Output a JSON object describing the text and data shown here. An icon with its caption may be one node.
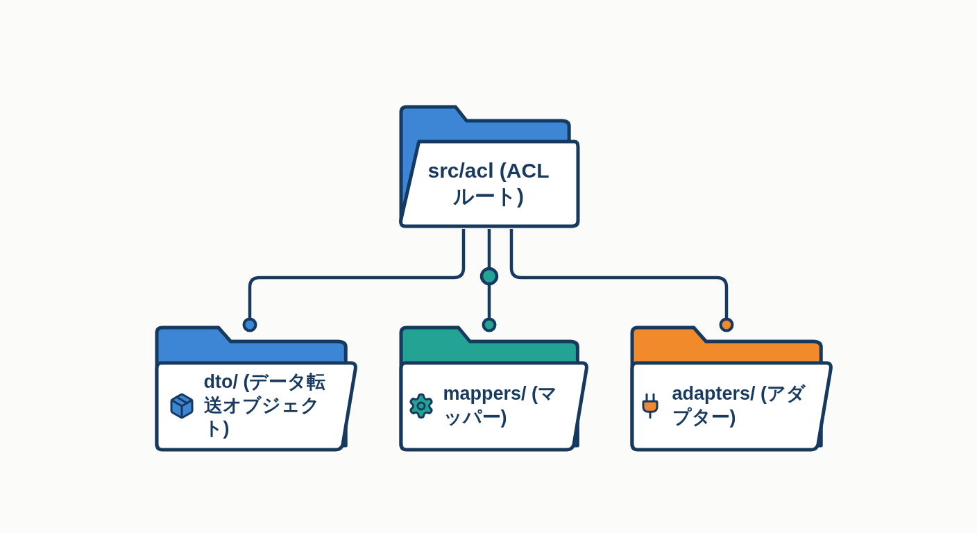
{
  "diagram": {
    "nodes": [
      {
        "text": [
          "src/acl (ACLルート)"
        ]
      },
      {
        "text": [
          "dto/ (データ転送オブジェクト)"
        ]
      },
      {
        "text": [
          "mappers/ (マッパー)"
        ]
      },
      {
        "text": [
          "adapters/ (アダプター)"
        ]
      }
    ],
    "edges": [
      {
        "from": 0,
        "to": 1,
        "arrow": "other"
      },
      {
        "from": 0,
        "to": 2,
        "arrow": "other"
      },
      {
        "from": 0,
        "to": 3,
        "arrow": "other"
      }
    ]
  }
}
